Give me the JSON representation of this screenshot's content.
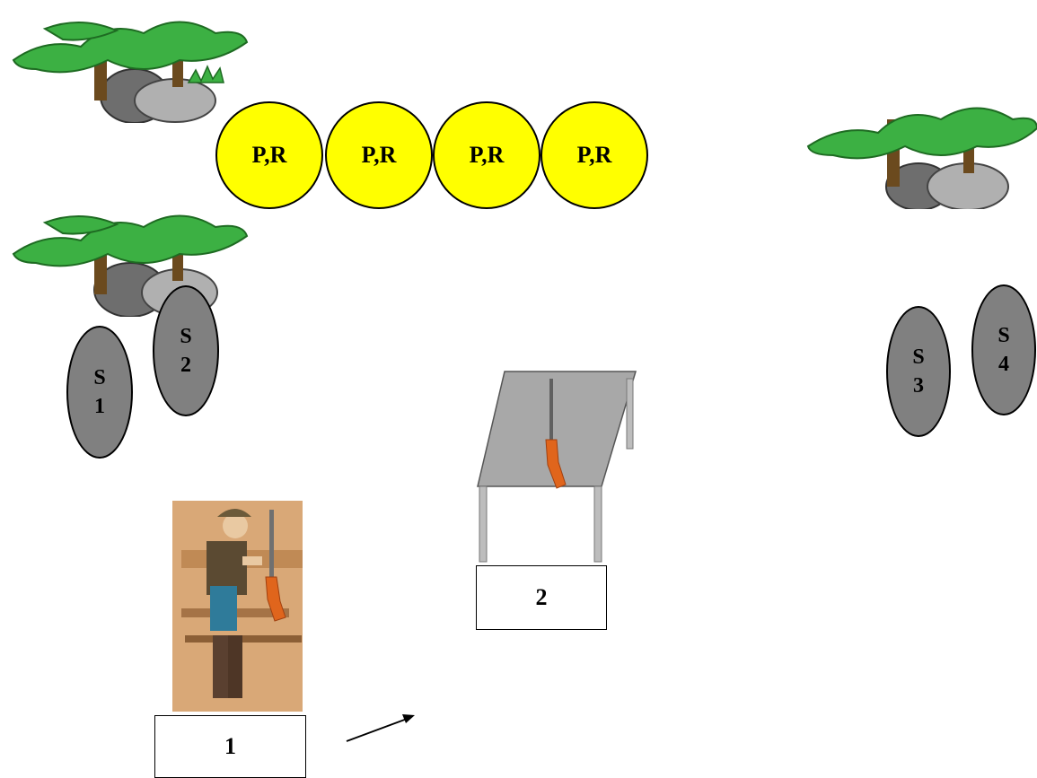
{
  "colors": {
    "paper_target_fill": "#ffff00",
    "steel_target_fill": "#808080",
    "foliage": "#3cb043",
    "trunk": "#6b4a1e",
    "rock_dark": "#6e6e6e",
    "rock_light": "#b0b0b0",
    "rifle": "#e0651c"
  },
  "paper_targets": [
    {
      "label": "P,R"
    },
    {
      "label": "P,R"
    },
    {
      "label": "P,R"
    },
    {
      "label": "P,R"
    }
  ],
  "steel_targets": [
    {
      "line1": "S",
      "line2": "1"
    },
    {
      "line1": "S",
      "line2": "2"
    },
    {
      "line1": "S",
      "line2": "3"
    },
    {
      "line1": "S",
      "line2": "4"
    }
  ],
  "stations": [
    {
      "label": "1"
    },
    {
      "label": "2"
    }
  ],
  "icons": [
    "bush-icon",
    "shooter-icon",
    "table-icon",
    "rifle-icon",
    "arrow-icon"
  ]
}
